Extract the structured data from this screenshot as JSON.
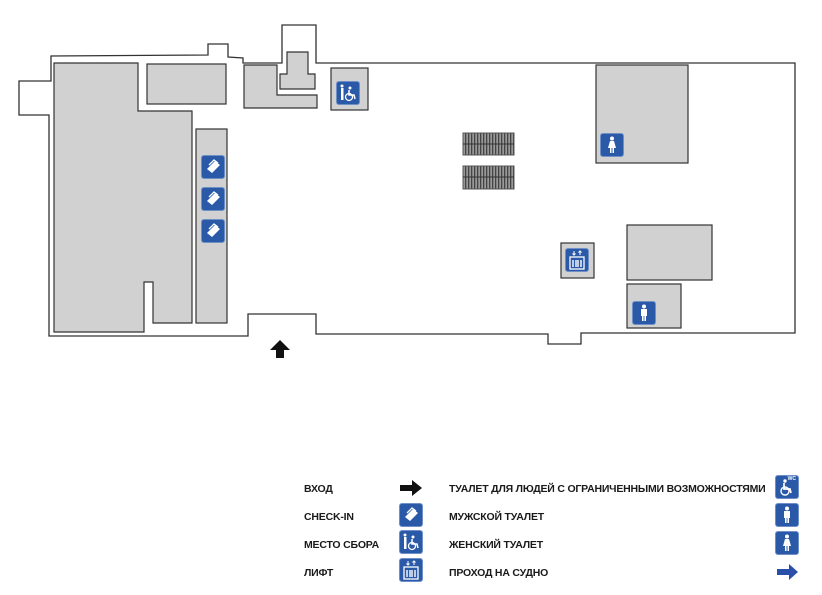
{
  "map": {
    "icons": {
      "check_in": "check-in-icon",
      "assembly": "assembly-point-icon",
      "elevator": "elevator-icon",
      "women_wc": "female-toilet-icon",
      "men_wc": "male-toilet-icon",
      "entrance": "entrance-arrow-icon"
    },
    "colors": {
      "sign_blue": "#2a59a8",
      "room_gray": "#d0d1d0",
      "walls": "#222222"
    }
  },
  "legend": {
    "left": [
      {
        "label": "ВХОД",
        "icon": "entrance-arrow-icon"
      },
      {
        "label": "CHECK-IN",
        "icon": "check-in-icon"
      },
      {
        "label": "МЕСТО СБОРА",
        "icon": "assembly-point-icon"
      },
      {
        "label": "ЛИФТ",
        "icon": "elevator-icon"
      }
    ],
    "right": [
      {
        "label": "ТУАЛЕТ ДЛЯ ЛЮДЕЙ С ОГРАНИЧЕННЫМИ ВОЗМОЖНОСТЯМИ",
        "icon": "accessible-toilet-icon",
        "badge": "WC"
      },
      {
        "label": "МУЖСКОЙ ТУАЛЕТ",
        "icon": "male-toilet-icon"
      },
      {
        "label": "ЖЕНСКИЙ ТУАЛЕТ",
        "icon": "female-toilet-icon"
      },
      {
        "label": "ПРОХОД НА СУДНО",
        "icon": "ship-passage-arrow-icon"
      }
    ]
  }
}
